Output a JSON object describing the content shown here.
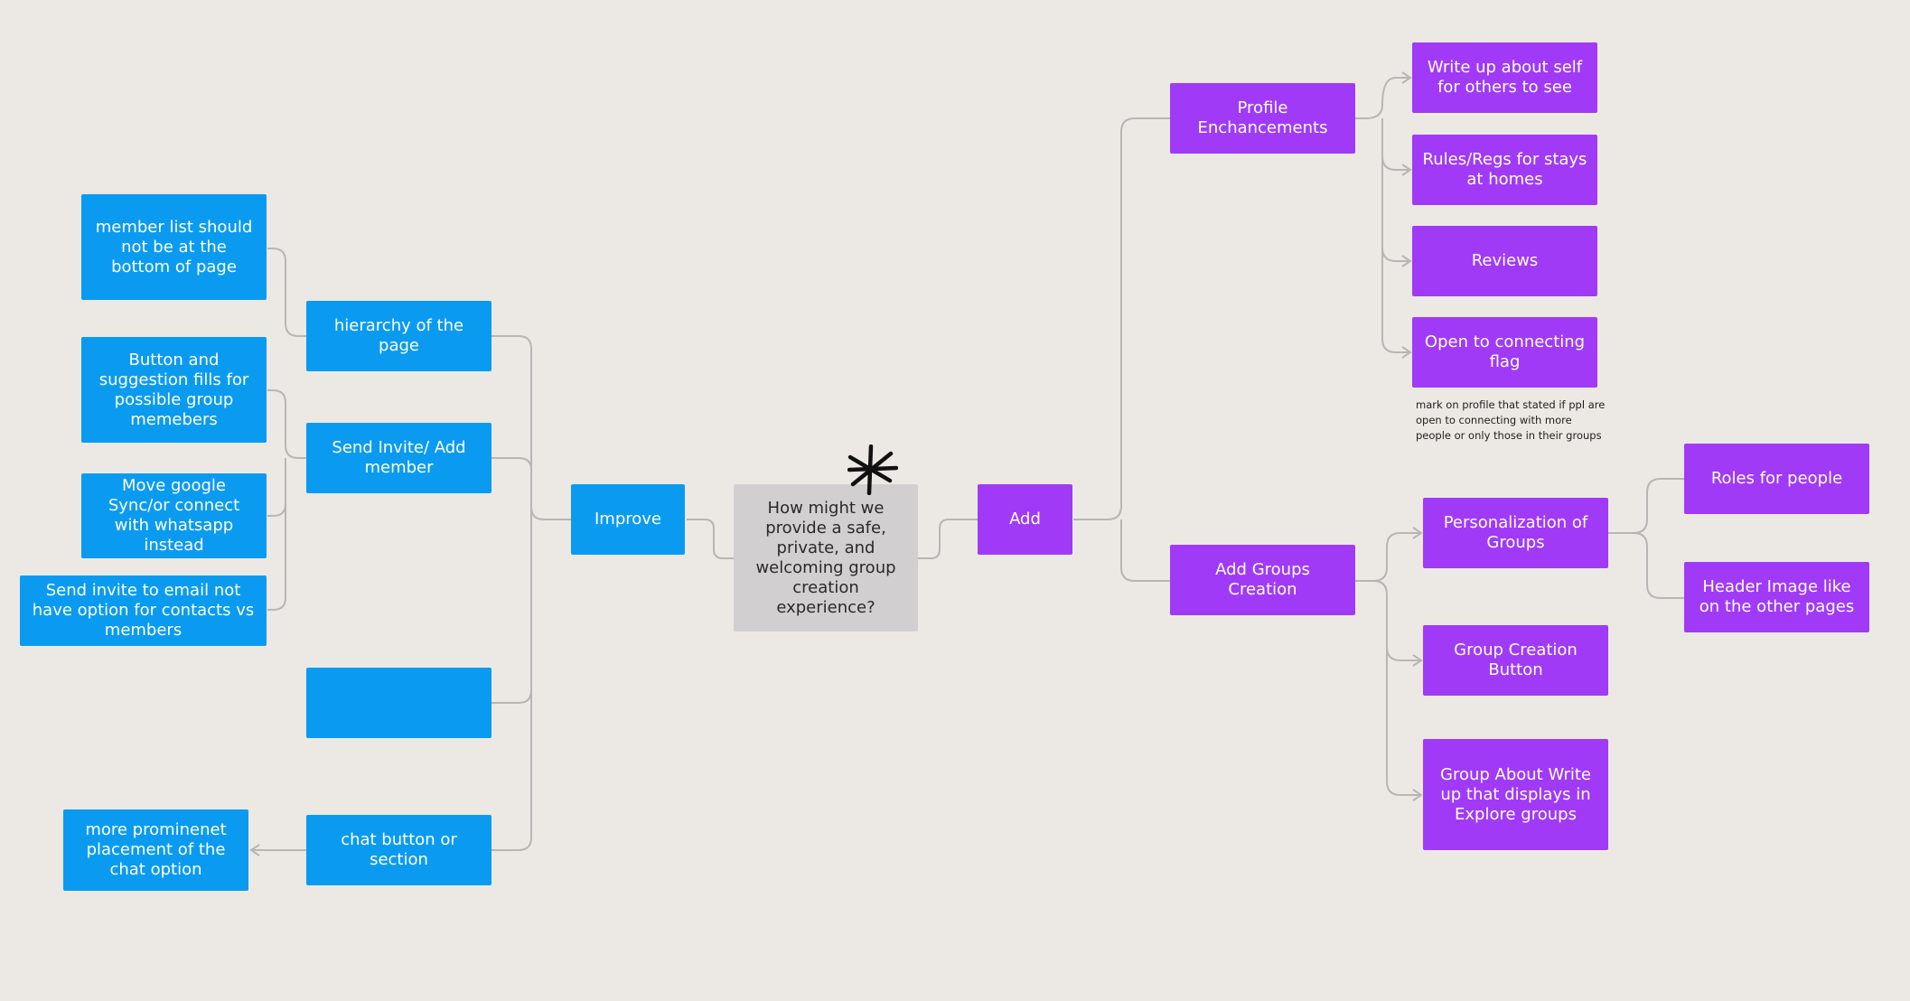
{
  "central": {
    "question": "How might we provide a safe, private, and welcoming group creation experience?"
  },
  "improve": {
    "label": "Improve",
    "hierarchy": {
      "label": "hierarchy of the page",
      "idea": "member list should not be at the bottom of page"
    },
    "invite": {
      "label": "Send Invite/ Add member",
      "ideas": [
        "Button and suggestion fills for possible group memebers",
        "Move google Sync/or connect with whatsapp instead",
        "Send invite to email not have option for contacts vs members"
      ]
    },
    "empty": "",
    "chat": {
      "label": "chat button or section",
      "idea": "more prominenet placement of the chat option"
    }
  },
  "add": {
    "label": "Add",
    "profile": {
      "label": "Profile Enchancements",
      "items": [
        "Write up about self for others to see",
        "Rules/Regs for stays at homes",
        "Reviews",
        "Open to connecting flag"
      ],
      "note": "mark on profile that stated if ppl are open to connecting with more people or only those in their groups"
    },
    "groups": {
      "label": "Add Groups Creation",
      "personalization": {
        "label": "Personalization of Groups",
        "items": [
          "Roles for people",
          "Header Image like on the other pages"
        ]
      },
      "button": "Group Creation Button",
      "about": "Group About Write up that displays in Explore groups"
    }
  },
  "colors": {
    "improve": "#0A9BF1",
    "add": "#A03AF7",
    "central": "#D1CFD0",
    "connector": "#B6B6B6",
    "background": "#ECE9E4"
  },
  "icons": {
    "sticker": "asterisk-burst-icon"
  }
}
